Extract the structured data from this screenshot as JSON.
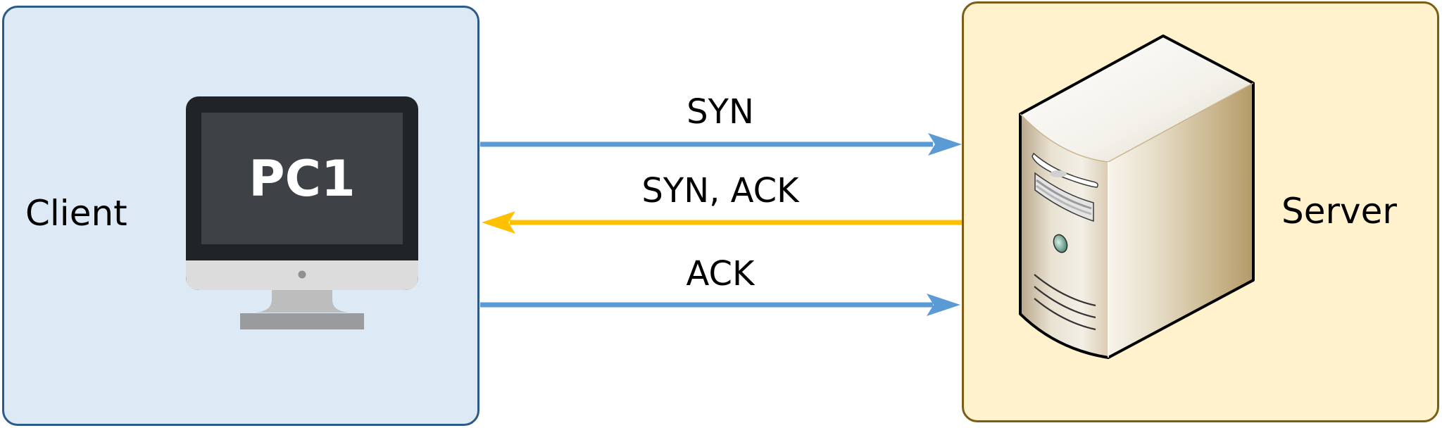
{
  "client": {
    "label": "Client",
    "device_label": "PC1",
    "fill": "#ddeaf6",
    "border": "#2d5a87"
  },
  "server": {
    "label": "Server",
    "fill": "#fff2cc",
    "border": "#7d5d14"
  },
  "messages": [
    {
      "label": "SYN",
      "direction": "client-to-server",
      "color": "#5b9bd5"
    },
    {
      "label": "SYN, ACK",
      "direction": "server-to-client",
      "color": "#ffc000"
    },
    {
      "label": "ACK",
      "direction": "client-to-server",
      "color": "#5b9bd5"
    }
  ]
}
